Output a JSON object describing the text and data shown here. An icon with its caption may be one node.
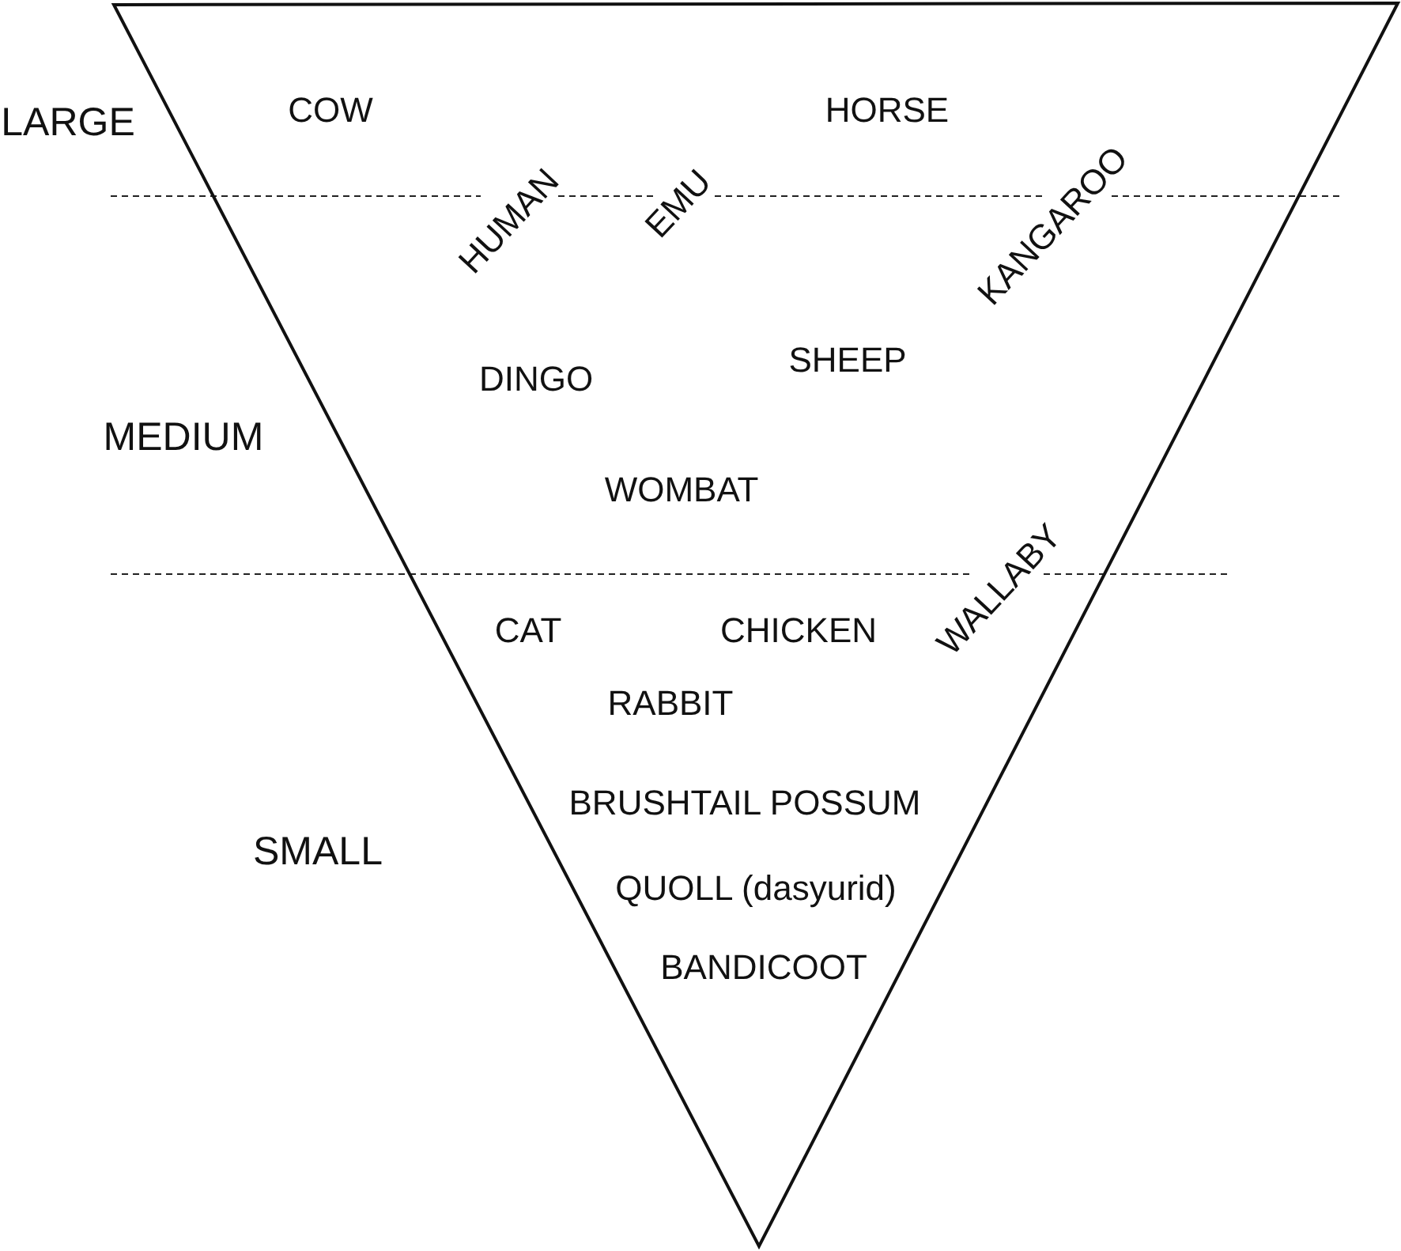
{
  "diagram": {
    "nodes": [
      {
        "text": [
          "COW",
          "HORSE",
          "HUMAN",
          "EMU",
          "KANGAROO",
          "DINGO",
          "SHEEP",
          "WOMBAT",
          "WALLABY",
          "CAT",
          "CHICKEN",
          "RABBIT",
          "BRUSHTAIL POSSUM",
          "QUOLL (dasyurid)",
          "BANDICOOT"
        ]
      }
    ],
    "labels": [
      "LARGE",
      "MEDIUM",
      "SMALL"
    ]
  }
}
